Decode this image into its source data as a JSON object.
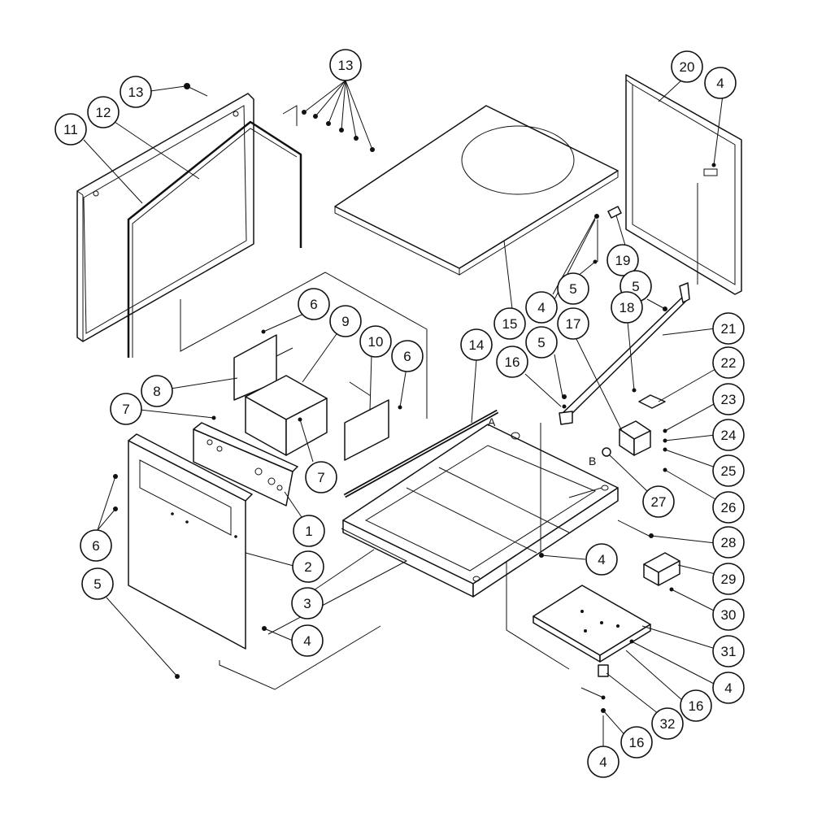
{
  "callouts": [
    "13",
    "13",
    "11",
    "12",
    "20",
    "4",
    "19",
    "5",
    "5",
    "4",
    "15",
    "18",
    "17",
    "21",
    "16",
    "5",
    "22",
    "23",
    "24",
    "25",
    "26",
    "27",
    "6",
    "9",
    "10",
    "8",
    "6",
    "7",
    "7",
    "14",
    "1",
    "2",
    "6",
    "3",
    "4",
    "28",
    "29",
    "30",
    "5",
    "4",
    "31",
    "4",
    "16",
    "32",
    "16",
    "4"
  ],
  "corner_labels": [
    "A",
    "B"
  ],
  "colors": {
    "ink": "#111111",
    "paper": "#ffffff"
  }
}
